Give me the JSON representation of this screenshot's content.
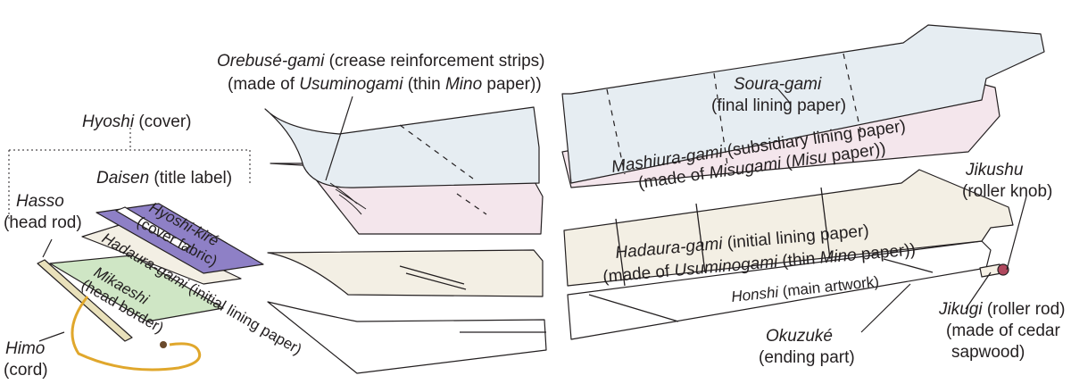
{
  "diagram": {
    "labels": {
      "orebuse_line1_it": "Orebusé-gami",
      "orebuse_line1": " (crease reinforcement strips)",
      "orebuse_line2_a": "(made of ",
      "orebuse_line2_it1": "Usuminogami",
      "orebuse_line2_b": " (thin ",
      "orebuse_line2_it2": "Mino",
      "orebuse_line2_c": " paper))",
      "soura_it": "Soura-gami",
      "soura_sub": "(final lining paper)",
      "mashiura_it": "Mashiura-gami",
      "mashiura_rest": " (subsidiary lining paper)",
      "mashiura2_a": "(made of ",
      "mashiura2_it1": "Misugami",
      "mashiura2_b": " (",
      "mashiura2_it2": "Misu",
      "mashiura2_c": " paper))",
      "hyoshi_it": "Hyoshi",
      "hyoshi_rest": " (cover)",
      "daisen_it": "Daisen",
      "daisen_rest": " (title label)",
      "hasso_it": "Hasso",
      "hasso_sub": "(head rod)",
      "hyoshikire_it": "Hyoshi-kiré",
      "hyoshikire_sub": "(cover fabric)",
      "hadaura_small_it": "Hadaura-gami",
      "hadaura_small_rest": " (initial lining paper)",
      "mikaeshi_it": "Mikaeshi",
      "mikaeshi_sub": "(head border)",
      "himo_it": "Himo",
      "himo_sub": "(cord)",
      "hadaura_big_it": "Hadaura-gami",
      "hadaura_big_rest": " (initial lining paper)",
      "hadaura_big2_a": "(made of ",
      "hadaura_big2_it1": "Usuminogami",
      "hadaura_big2_b": " (thin ",
      "hadaura_big2_it2": "Mino",
      "hadaura_big2_c": " paper))",
      "honshi_it": "Honshi",
      "honshi_rest": " (main artwork)",
      "jikushu_it": "Jikushu",
      "jikushu_sub": "(roller knob)",
      "jikugi_it": "Jikugi",
      "jikugi_rest": " (roller rod)",
      "jikugi_2": "(made of cedar",
      "jikugi_3": "sapwood)",
      "okuzuke_it": "Okuzuké",
      "okuzuke_sub": "(ending part)"
    },
    "colors": {
      "soura": "#e6edf2",
      "mashiura": "#f4e6ec",
      "hadaura": "#f3efe4",
      "honshi": "#ffffff",
      "cover_fabric": "#8e80c6",
      "mikaeshi": "#cfe6c5",
      "cord": "#e0a72c",
      "knob": "#b0485e"
    }
  }
}
